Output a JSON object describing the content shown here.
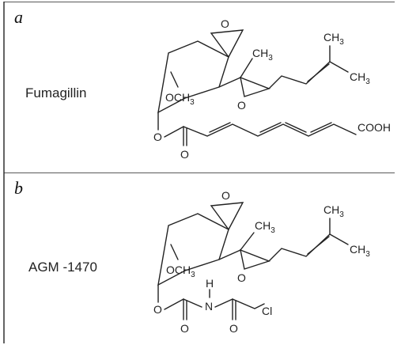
{
  "panels": [
    {
      "letter": "a",
      "name": "Fumagillin",
      "atoms": {
        "epoxide_o": "O",
        "ch3": "CH",
        "ch3_sub": "3",
        "ring_o": "O",
        "och3": "OCH",
        "och3_sub": "3",
        "ester_o": "O",
        "carbonyl_o": "O",
        "isoprenyl_ch3_top": "CH",
        "isoprenyl_ch3_top_sub": "3",
        "isoprenyl_ch3_right": "CH",
        "isoprenyl_ch3_right_sub": "3",
        "acid": "COOH"
      }
    },
    {
      "letter": "b",
      "name": "AGM -1470",
      "atoms": {
        "epoxide_o": "O",
        "ch3": "CH",
        "ch3_sub": "3",
        "ring_o": "O",
        "och3": "OCH",
        "och3_sub": "3",
        "carbamate_o": "O",
        "carbonyl_o1": "O",
        "amide_h": "H",
        "amide_n": "N",
        "carbonyl_o2": "O",
        "chloro": "Cl",
        "isoprenyl_ch3_top": "CH",
        "isoprenyl_ch3_top_sub": "3",
        "isoprenyl_ch3_right": "CH",
        "isoprenyl_ch3_right_sub": "3"
      }
    }
  ]
}
